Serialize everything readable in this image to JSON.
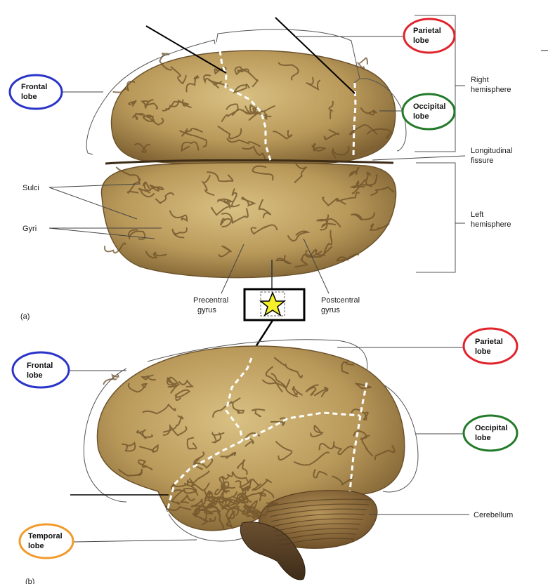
{
  "colors": {
    "frontal": "#2b34c8",
    "parietal": "#e0242c",
    "occipital": "#237a2a",
    "temporal": "#f29a2a",
    "brain_base": "#b9995a",
    "brain_shadow": "#7f6233",
    "brain_highlight": "#d7bd7c",
    "star_fill": "#f6f02a"
  },
  "icons": {
    "marker": "star-icon"
  },
  "top_view": {
    "label_a": "(a)",
    "frontal": [
      "Frontal",
      "lobe"
    ],
    "parietal": [
      "Parietal",
      "lobe"
    ],
    "occipital": [
      "Occipital",
      "lobe"
    ],
    "right_hemisphere": [
      "Right",
      "hemisphere"
    ],
    "longitudinal_fissure": [
      "Longitudinal",
      "fissure"
    ],
    "left_hemisphere": [
      "Left",
      "hemisphere"
    ],
    "sulci": "Sulci",
    "gyri": "Gyri",
    "precentral": [
      "Precentral",
      "gyrus"
    ],
    "postcentral": [
      "Postcentral",
      "gyrus"
    ]
  },
  "side_view": {
    "frontal": [
      "Frontal",
      "lobe"
    ],
    "parietal": [
      "Parietal",
      "lobe"
    ],
    "occipital": [
      "Occipital",
      "lobe"
    ],
    "temporal": [
      "Temporal",
      "lobe"
    ],
    "cerebellum": "Cerebellum",
    "label_b": "(b)"
  }
}
